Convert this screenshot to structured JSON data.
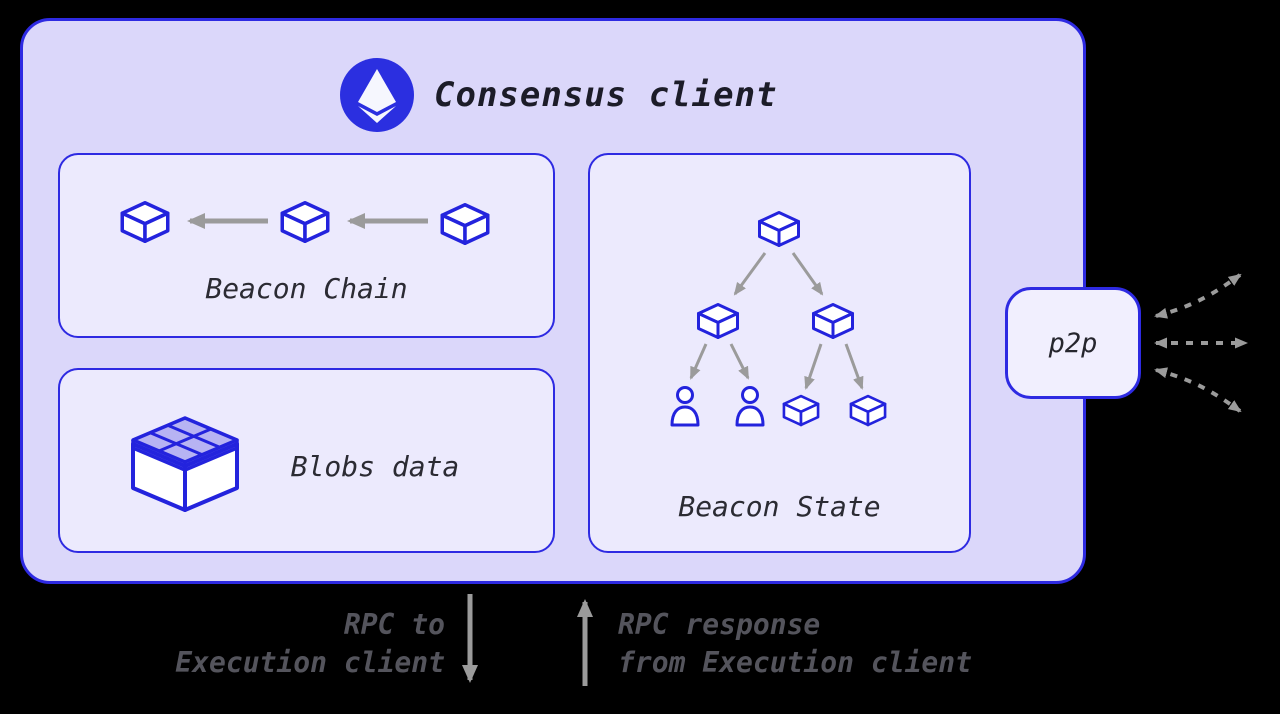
{
  "diagram": {
    "title": "Consensus client",
    "beacon_chain": {
      "label": "Beacon Chain"
    },
    "blobs_data": {
      "label": "Blobs data"
    },
    "beacon_state": {
      "label": "Beacon State"
    },
    "p2p": {
      "label": "p2p"
    },
    "rpc_to_label": "RPC to\nExecution client",
    "rpc_from_label": "RPC response\nfrom Execution client"
  },
  "icons": {
    "ethereum_logo": "ethereum-diamond-in-blue-circle",
    "cube": "isometric-3d-block",
    "person": "validator-figure",
    "blob_box": "3d-box-with-grid-of-blobs",
    "arrow": "gray-solid-arrow",
    "dashed_arrow": "gray-dashed-double-arrow"
  },
  "colors": {
    "background": "#000000",
    "container_fill": "#dbd7fa",
    "container_border": "#2e2ae2",
    "inner_box_fill": "#eceafd",
    "icon_stroke": "#2323dd",
    "blob_cell_fill": "#b7b3f3",
    "arrow_gray": "#9b9b9b",
    "title_text": "#1c1c28",
    "label_text": "#2b2b33",
    "rpc_text": "#54545c"
  }
}
